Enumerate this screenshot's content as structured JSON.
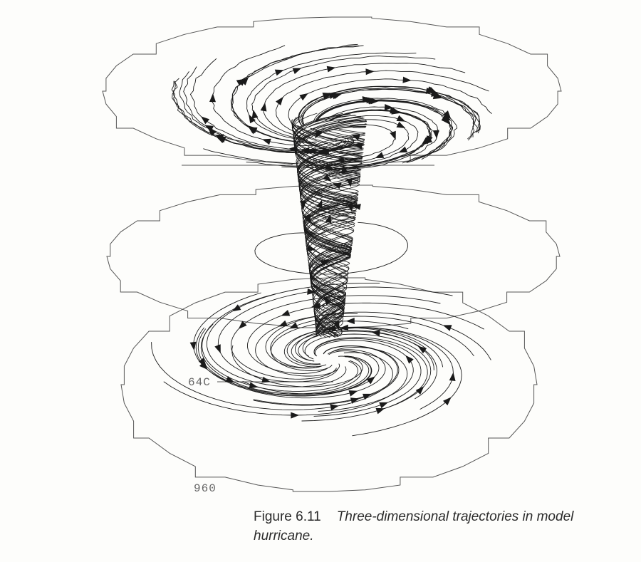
{
  "figure": {
    "levels": [
      {
        "label": "64C"
      },
      {
        "label": "960"
      }
    ],
    "caption_number": "Figure 6.11",
    "caption_text": "Three-dimensional trajectories in model hurricane."
  }
}
